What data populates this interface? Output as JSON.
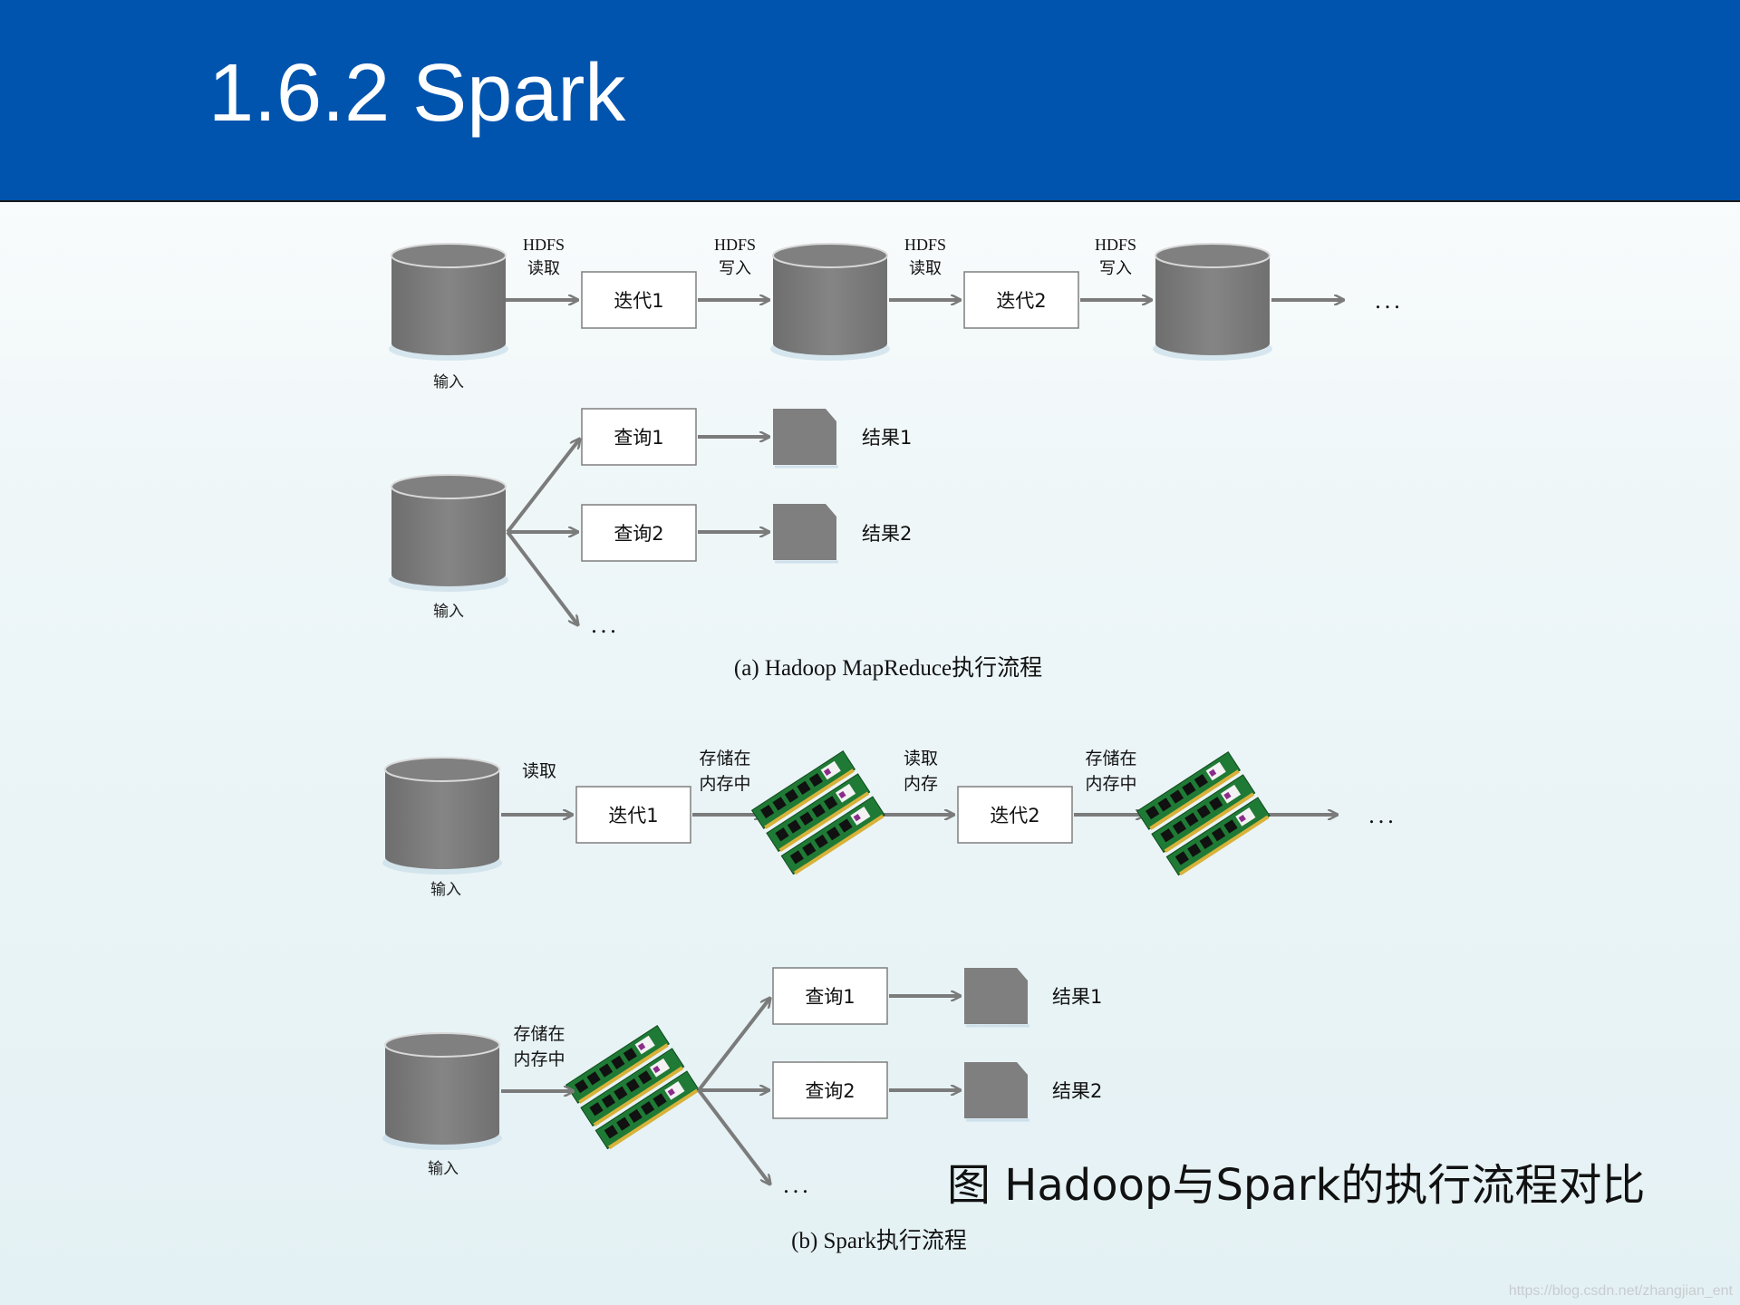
{
  "title": "1.6.2 Spark",
  "colors": {
    "header_bg": "#0054ae",
    "cylinder": "#7f7f7f",
    "arrow": "#7b7b7b",
    "ram_green": "#1f7a35"
  },
  "section_a": {
    "iter": {
      "input_label": "输入",
      "read_label": [
        "HDFS",
        "读取"
      ],
      "write_label": [
        "HDFS",
        "写入"
      ],
      "read_label_2": [
        "HDFS",
        "读取"
      ],
      "write_label_2": [
        "HDFS",
        "写入"
      ],
      "box1": "迭代1",
      "box2": "迭代2",
      "ellipsis": "..."
    },
    "query": {
      "input_label": "输入",
      "q1": "查询1",
      "q2": "查询2",
      "r1": "结果1",
      "r2": "结果2",
      "ellipsis": "..."
    },
    "caption": "(a) Hadoop MapReduce执行流程"
  },
  "section_b": {
    "iter": {
      "input_label": "输入",
      "read_label": "读取",
      "store_label": [
        "存储在",
        "内存中"
      ],
      "read_mem_label": [
        "读取",
        "内存"
      ],
      "store_label_2": [
        "存储在",
        "内存中"
      ],
      "box1": "迭代1",
      "box2": "迭代2",
      "ellipsis": "..."
    },
    "query": {
      "input_label": "输入",
      "store_label": [
        "存储在",
        "内存中"
      ],
      "q1": "查询1",
      "q2": "查询2",
      "r1": "结果1",
      "r2": "结果2",
      "ellipsis": "..."
    },
    "caption": "(b) Spark执行流程"
  },
  "figure_caption": "图 Hadoop与Spark的执行流程对比",
  "watermark": "https://blog.csdn.net/zhangjian_ent"
}
